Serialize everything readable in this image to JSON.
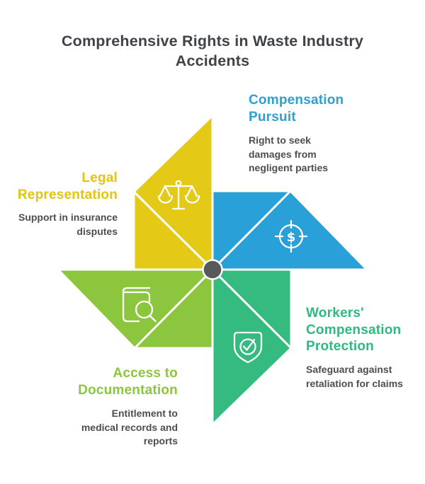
{
  "title": "Comprehensive Rights in Waste Industry\nAccidents",
  "title_color": "#3f4347",
  "body_text_color": "#4c4e50",
  "sections": [
    {
      "id": "legal-representation",
      "heading": "Legal\nRepresentation",
      "body": "Support in insurance\ndisputes",
      "color": "#e4ca16",
      "heading_color": "#e2c413",
      "icon": "scales-icon",
      "position": "upper-left"
    },
    {
      "id": "compensation-pursuit",
      "heading": "Compensation\nPursuit",
      "body": "Right to seek\ndamages from\nnegligent parties",
      "color": "#2aa0d8",
      "heading_color": "#2d9fd3",
      "icon": "dollar-target-icon",
      "position": "upper-right"
    },
    {
      "id": "workers-compensation-protection",
      "heading": "Workers'\nCompensation\nProtection",
      "body": "Safeguard against\nretaliation for claims",
      "color": "#35bb80",
      "heading_color": "#2eba7e",
      "icon": "shield-check-icon",
      "position": "lower-right"
    },
    {
      "id": "access-to-documentation",
      "heading": "Access to\nDocumentation",
      "body": "Entitlement to\nmedical records and\nreports",
      "color": "#8cc63e",
      "heading_color": "#8cc63f",
      "icon": "book-search-icon",
      "position": "lower-left"
    }
  ],
  "pinwheel": {
    "center_color": "#58595b",
    "divider_color": "#ffffff"
  }
}
